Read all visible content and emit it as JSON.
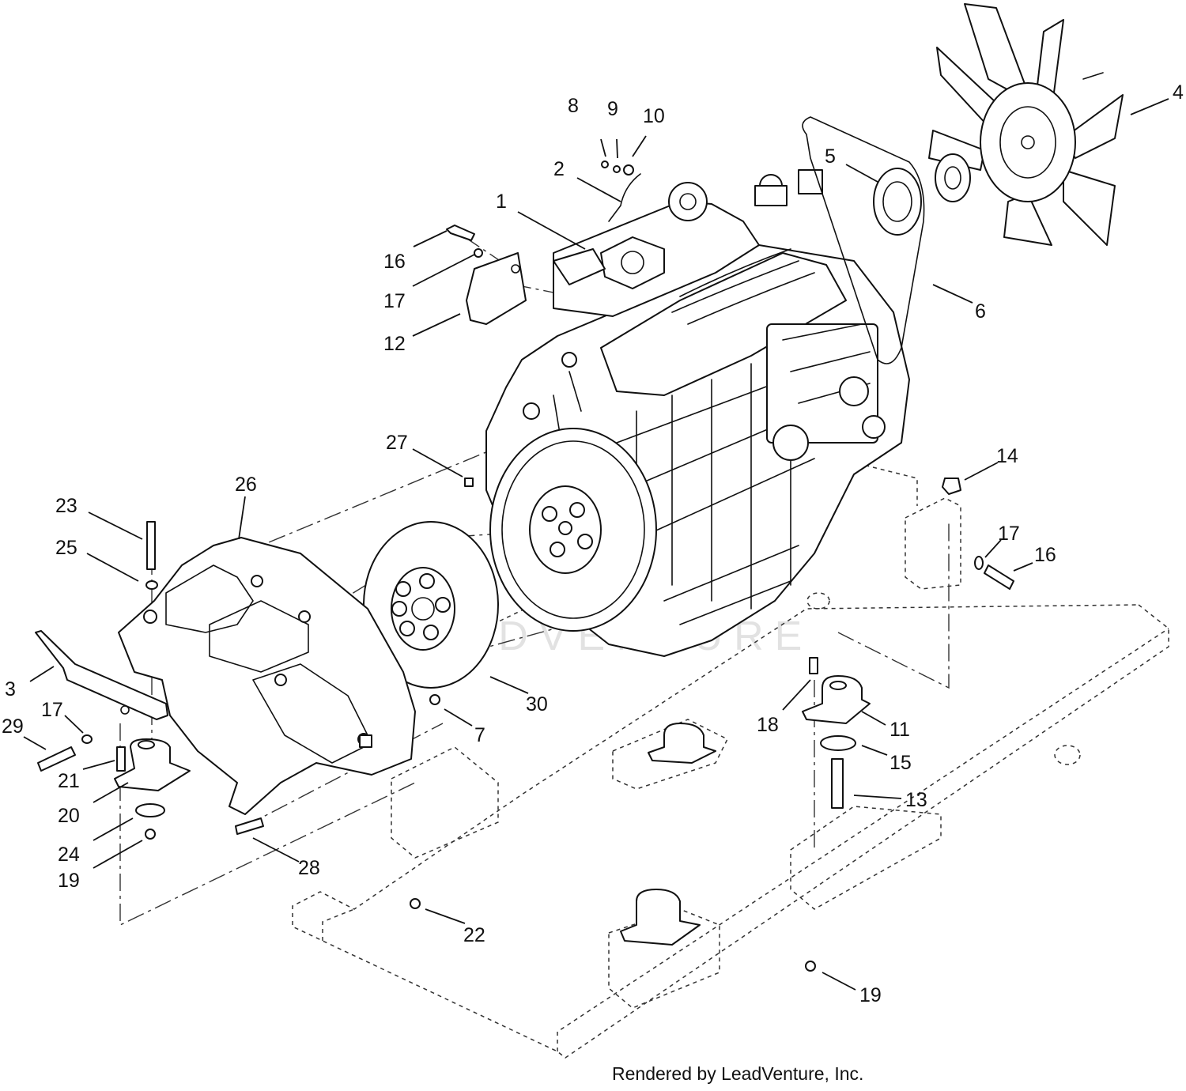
{
  "diagram": {
    "credit": "Rendered by LeadVenture, Inc.",
    "watermark": "LEADVENTURE",
    "callouts": [
      "1",
      "2",
      "3",
      "4",
      "5",
      "6",
      "7",
      "8",
      "9",
      "10",
      "11",
      "12",
      "13",
      "14",
      "15",
      "16",
      "16",
      "17",
      "17",
      "17",
      "18",
      "19",
      "19",
      "20",
      "21",
      "22",
      "23",
      "24",
      "25",
      "26",
      "27",
      "28",
      "29",
      "30"
    ]
  }
}
